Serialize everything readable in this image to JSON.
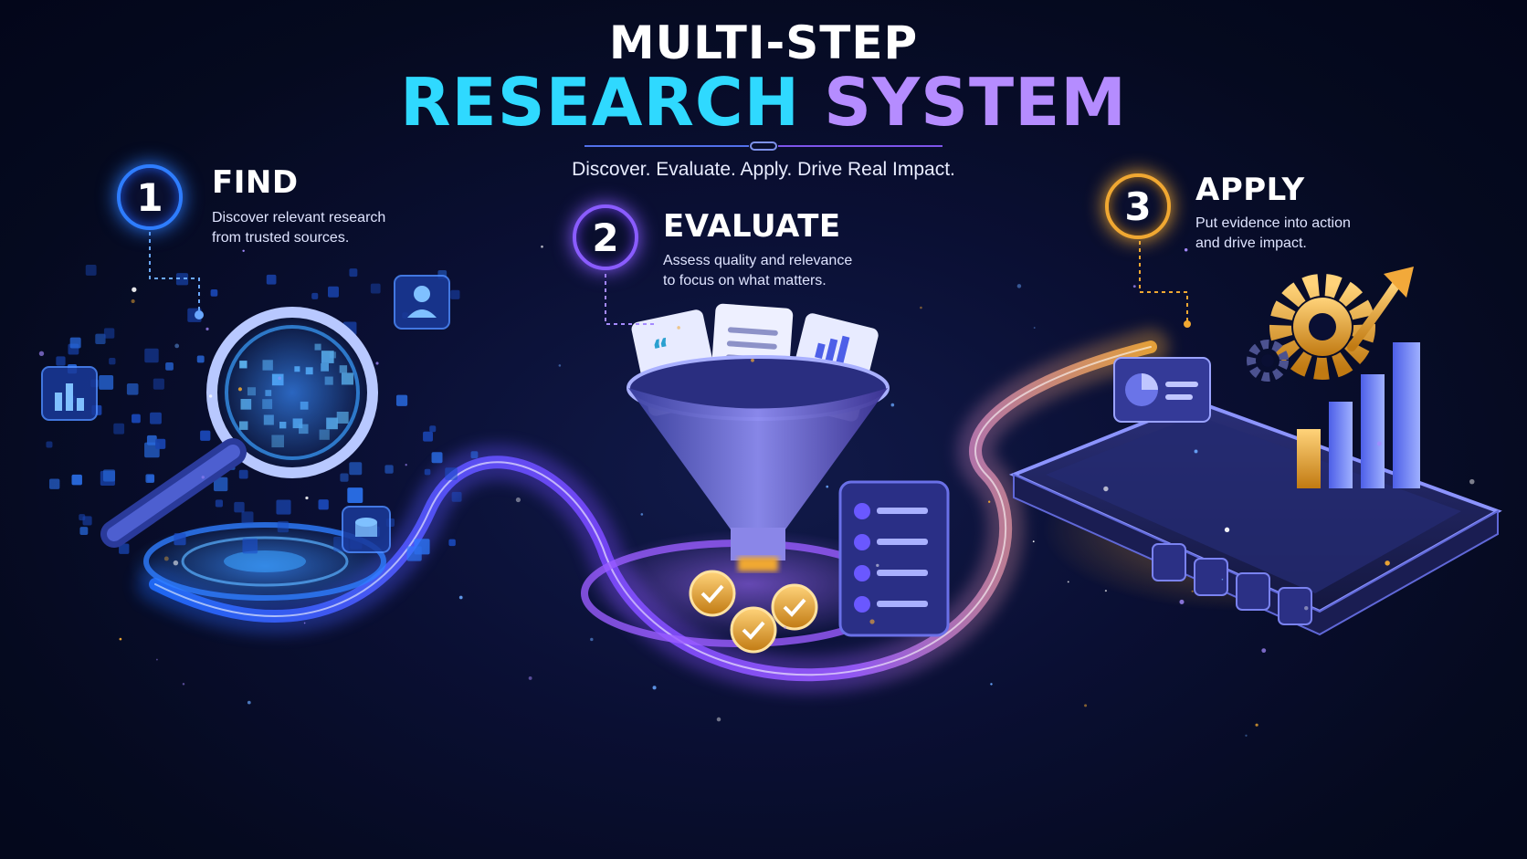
{
  "header": {
    "title_line1": "MULTI-STEP",
    "title_word1": "RESEARCH",
    "title_word2": "SYSTEM",
    "tagline": "Discover. Evaluate. Apply. Drive Real Impact."
  },
  "steps": [
    {
      "number": "1",
      "title": "FIND",
      "description_line1": "Discover relevant research",
      "description_line2": "from trusted sources.",
      "color": "#2e7dff",
      "icon": "magnifying-glass-icon"
    },
    {
      "number": "2",
      "title": "EVALUATE",
      "description_line1": "Assess quality and relevance",
      "description_line2": "to focus on what matters.",
      "color": "#8a5cff",
      "icon": "funnel-icon"
    },
    {
      "number": "3",
      "title": "APPLY",
      "description_line1": "Put evidence into action",
      "description_line2": "and drive impact.",
      "color": "#f0a832",
      "icon": "gear-growth-icon"
    }
  ],
  "colors": {
    "background": "#050a1f",
    "accent_cyan": "#2fd9ff",
    "accent_purple": "#b58cff",
    "gold": "#f0a832"
  }
}
